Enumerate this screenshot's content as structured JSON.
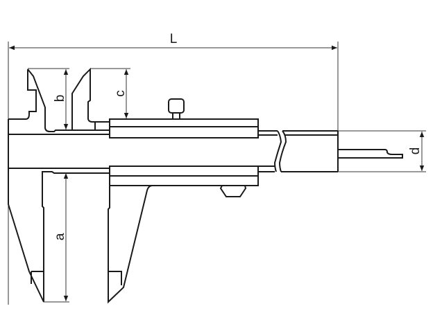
{
  "diagram": {
    "subject": "vernier caliper dimension drawing",
    "labels": {
      "L": "L",
      "a": "a",
      "b": "b",
      "c": "c",
      "d": "d"
    },
    "colors": {
      "outline": "#1a1a1a",
      "dimension_line": "#333333",
      "background": "#ffffff"
    }
  }
}
